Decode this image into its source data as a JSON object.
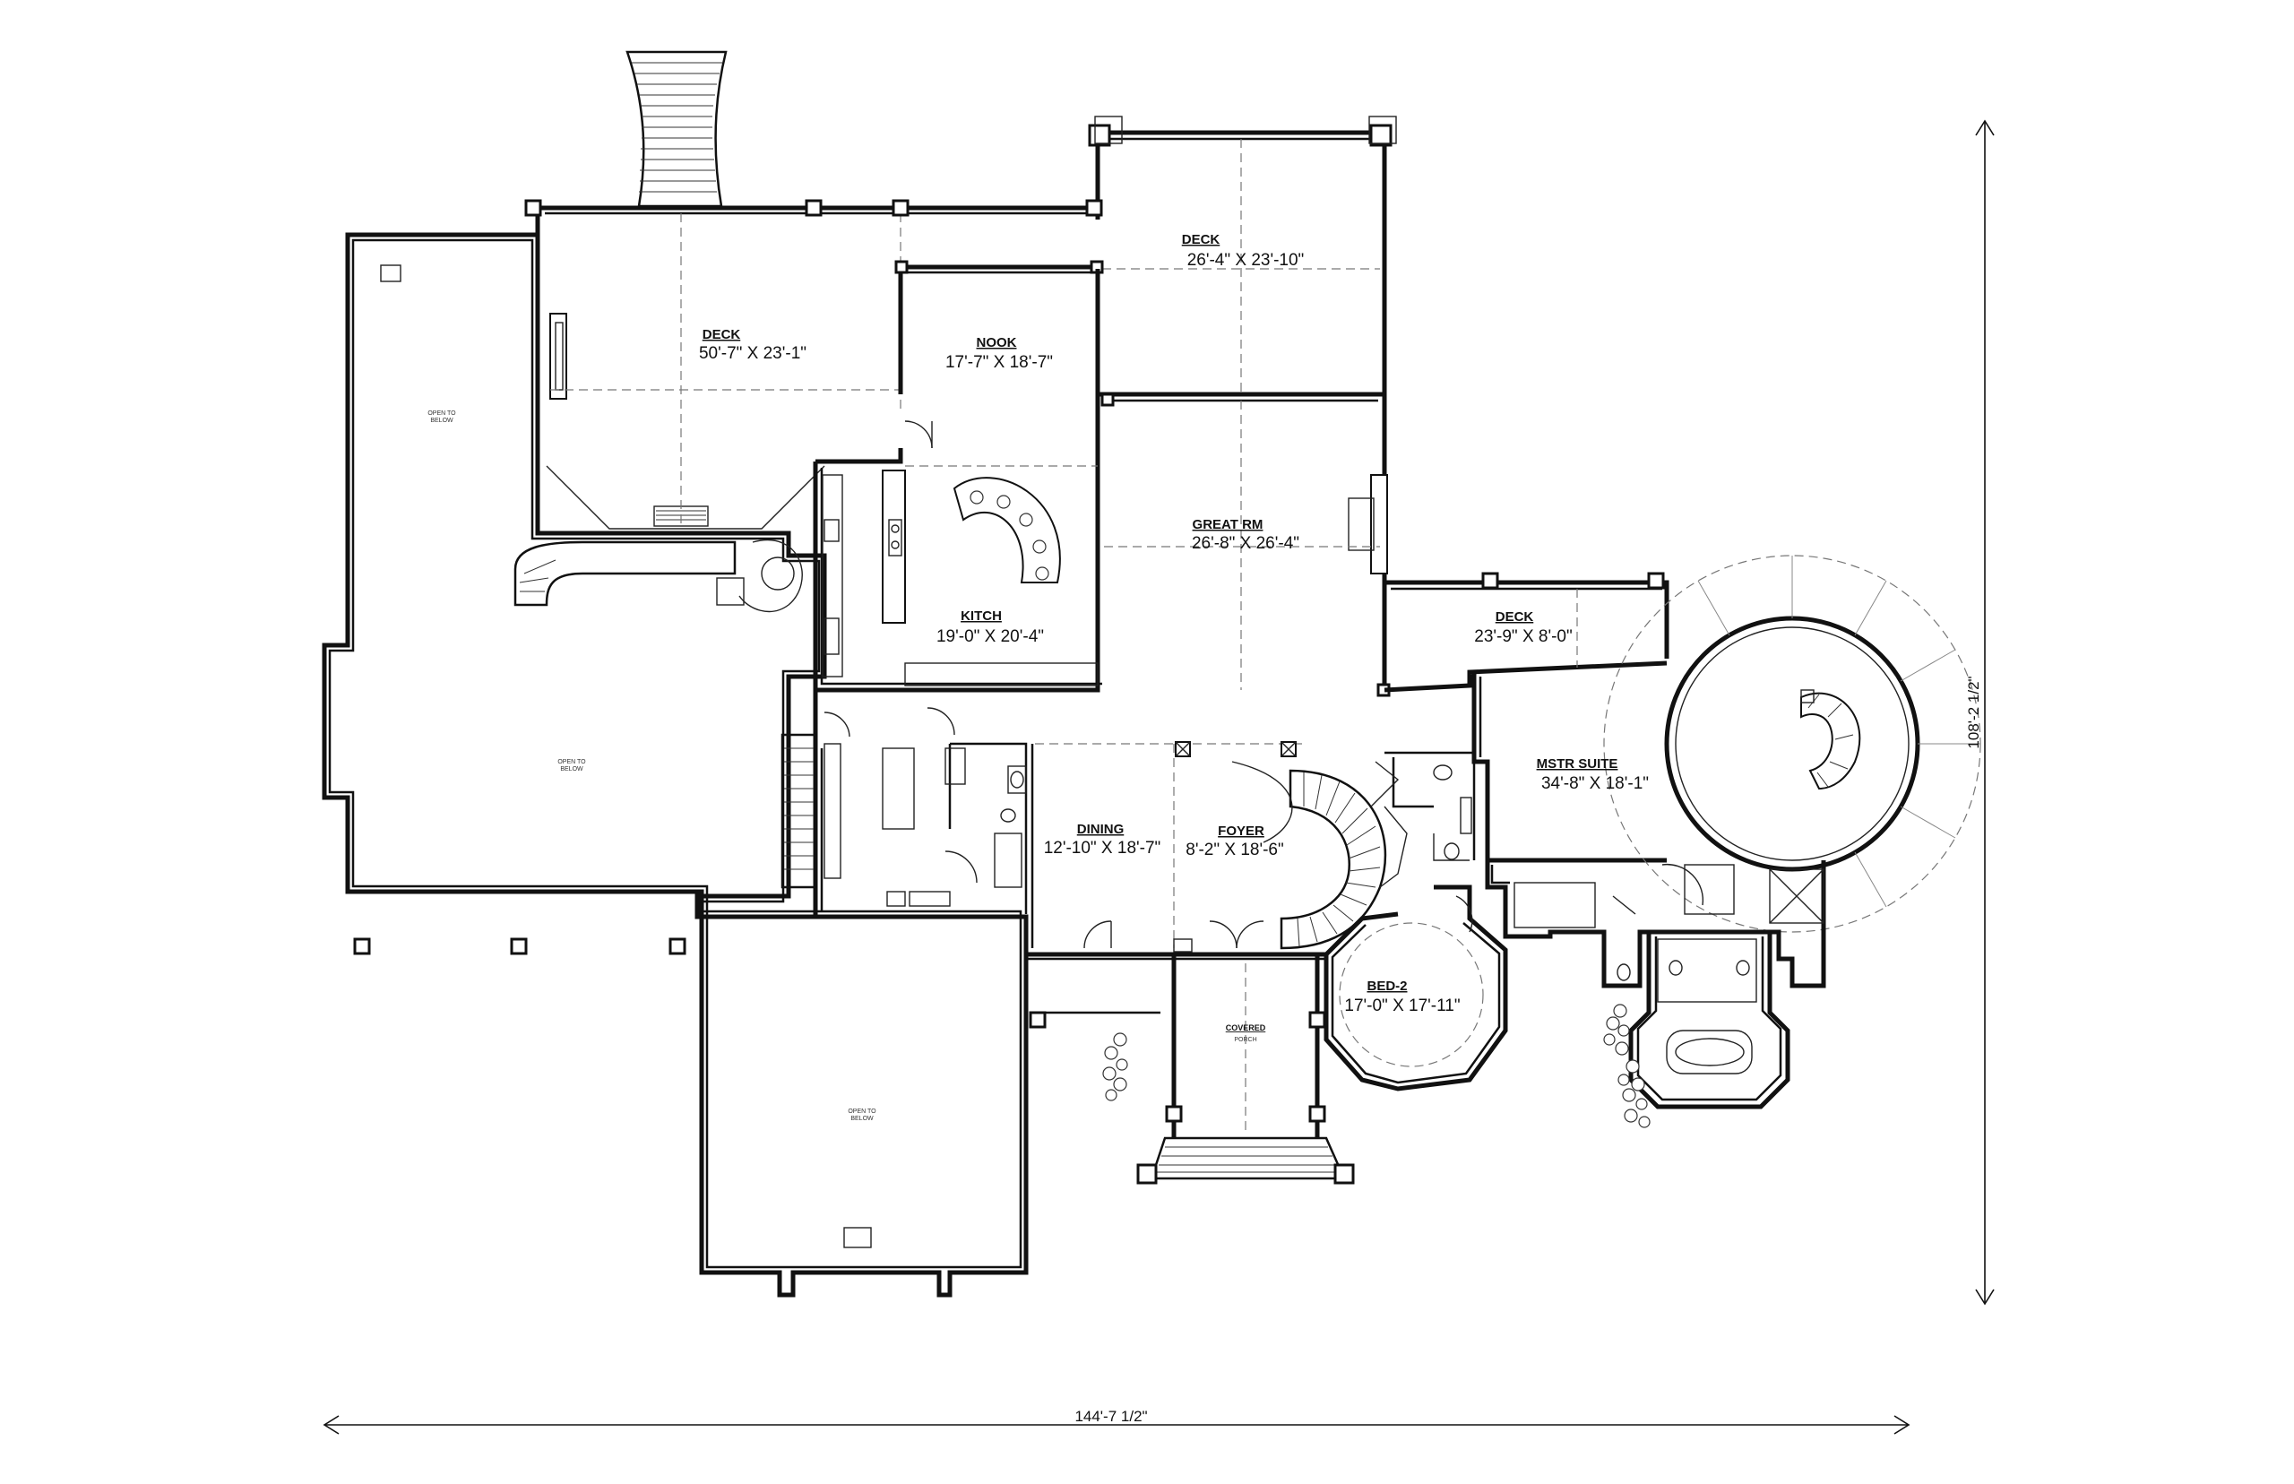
{
  "rooms": {
    "deck_left": {
      "name": "DECK",
      "dim": "50'-7\" X 23'-1\""
    },
    "deck_top": {
      "name": "DECK",
      "dim": "26'-4\" X 23'-10\""
    },
    "nook": {
      "name": "NOOK",
      "dim": "17'-7\" X 18'-7\""
    },
    "great_rm": {
      "name": "GREAT RM",
      "dim": "26'-8\" X 26'-4\""
    },
    "kitchen": {
      "name": "KITCH",
      "dim": "19'-0\" X 20'-4\""
    },
    "deck_right": {
      "name": "DECK",
      "dim": "23'-9\" X 8'-0\""
    },
    "master_suite": {
      "name": "MSTR SUITE",
      "dim": "34'-8\" X 18'-1\""
    },
    "dining": {
      "name": "DINING",
      "dim": "12'-10\" X 18'-7\""
    },
    "foyer": {
      "name": "FOYER",
      "dim": "8'-2\" X 18'-6\""
    },
    "bed2": {
      "name": "BED-2",
      "dim": "17'-0\" X 17'-11\""
    },
    "porch": {
      "name": "COVERED",
      "sub": "PORCH"
    }
  },
  "garages": {
    "g1": {
      "line1": "OPEN TO",
      "line2": "BELOW"
    },
    "g2": {
      "line1": "OPEN TO",
      "line2": "BELOW"
    },
    "g3": {
      "line1": "OPEN TO",
      "line2": "BELOW"
    }
  },
  "overall": {
    "width": "144'-7 1/2\"",
    "depth": "108'-2 1/2\""
  }
}
